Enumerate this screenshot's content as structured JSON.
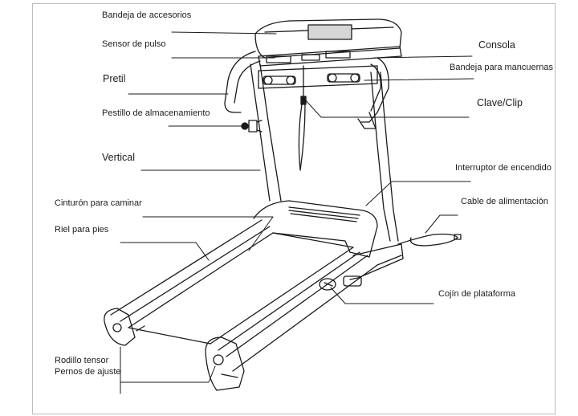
{
  "labels": {
    "bandeja_accesorios": "Bandeja de accesorios",
    "sensor_pulso": "Sensor de pulso",
    "pretil": "Pretil",
    "pestillo": "Pestillo de almacenamiento",
    "vertical": "Vertical",
    "cinturon": "Cinturón para caminar",
    "riel": "Riel para pies",
    "rodillo": "Rodillo tensor",
    "pernos": "Pernos de ajuste",
    "consola": "Consola",
    "bandeja_mancuernas": "Bandeja para mancuernas",
    "clave": "Clave/Clip",
    "interruptor": "Interruptor de encendido",
    "cable": "Cable de alimentación",
    "cojin": "Cojín de plataforma"
  }
}
